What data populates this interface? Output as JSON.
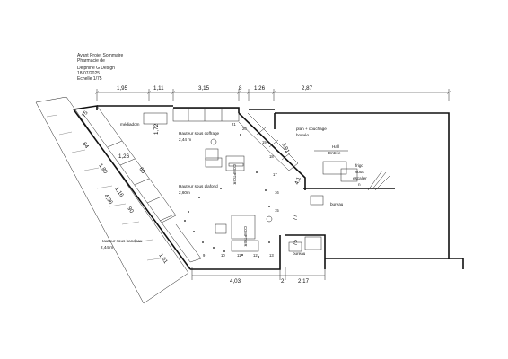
{
  "title_block": {
    "line1": "Avant Projet Sommaire",
    "line2": "Pharmacie de",
    "line3": "Delphine G Design",
    "line4": "18/07/2025",
    "line5": "Echelle 1/75"
  },
  "dimensions_top": [
    "1,95",
    "1,11",
    "3,15",
    "8",
    "1,26",
    "2,87"
  ],
  "dimensions_bottom": [
    "4,03",
    "2",
    "2,17"
  ],
  "dimensions_left": [
    "75",
    "64",
    "1,26",
    "1,80",
    "65",
    "1,16",
    "4,96",
    "90",
    "1,61"
  ],
  "dimensions_inner": [
    "1,72",
    "3,91",
    "4,1",
    "77",
    "75"
  ],
  "labels": {
    "mediadom": "médiadom",
    "ceiling_coffrage": "Hauteur sous coffrage",
    "ceiling_coffrage_value": "2,44 m",
    "ceiling_plafond": "Hauteur sous plafond",
    "ceiling_plafond_value": "2,60m",
    "ceiling_bandeau": "Hauteur sous bandeau",
    "ceiling_bandeau_value": "2,44 m",
    "plan_couchage_1": "plan + couchage",
    "plan_couchage_2": "homéo",
    "hall_1": "Hall",
    "hall_2": "Entrée",
    "frigo_1": "frigo",
    "frigo_2": "sous",
    "frigo_3": "escalier",
    "frigo_4": "n",
    "bureau_1": "bureau",
    "bureau_2": "bureau",
    "comptoir_1": "COMPTOIR",
    "comptoir_2": "COMPTOIR"
  },
  "position_numbers": [
    "9",
    "10",
    "11",
    "12",
    "13",
    "15",
    "16",
    "17",
    "18",
    "19",
    "20",
    "21"
  ]
}
